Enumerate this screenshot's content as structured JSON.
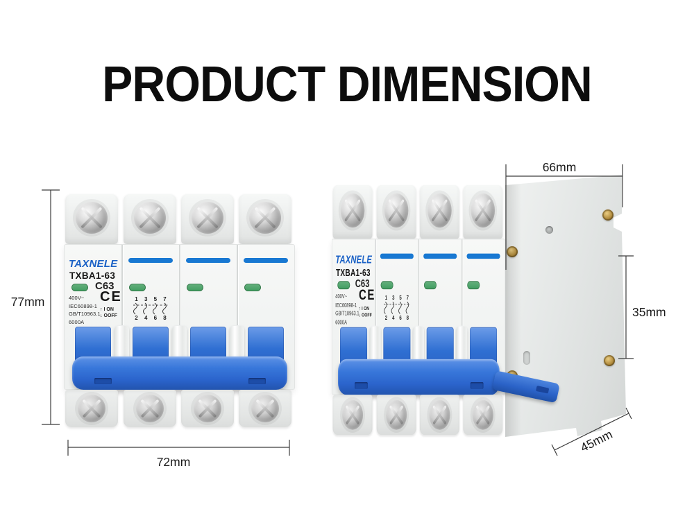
{
  "title": "PRODUCT DIMENSION",
  "breaker": {
    "brand": "TAXNELE",
    "model": "TXBA1-63",
    "rating": "C63",
    "specs": [
      "400V~",
      "IEC60898-1",
      "GB/T10963.1",
      "6000A"
    ],
    "ce_mark": "CE",
    "switch": {
      "on": "I ON",
      "off": "OOFF"
    },
    "diagram": {
      "top": "1 3 5 7",
      "bottom": "2 4 6 8"
    }
  },
  "dimensions": {
    "front_height": "77mm",
    "front_width": "72mm",
    "top_width": "66mm",
    "side_height": "35mm",
    "depth": "45mm"
  },
  "icons": {
    "on_arrow": "↑",
    "off_arrow": "↓",
    "screw": "torx-screw",
    "rivet": "brass-rivet"
  },
  "colors": {
    "pole_stripe_blue": "#1878d2",
    "handle_blue": "#2f6fd6",
    "indicator_green": "#4aa56b",
    "brand_blue": "#1a61c6",
    "brass_rivet": "#b08a3c",
    "dimension_line": "#3c3c3c"
  }
}
